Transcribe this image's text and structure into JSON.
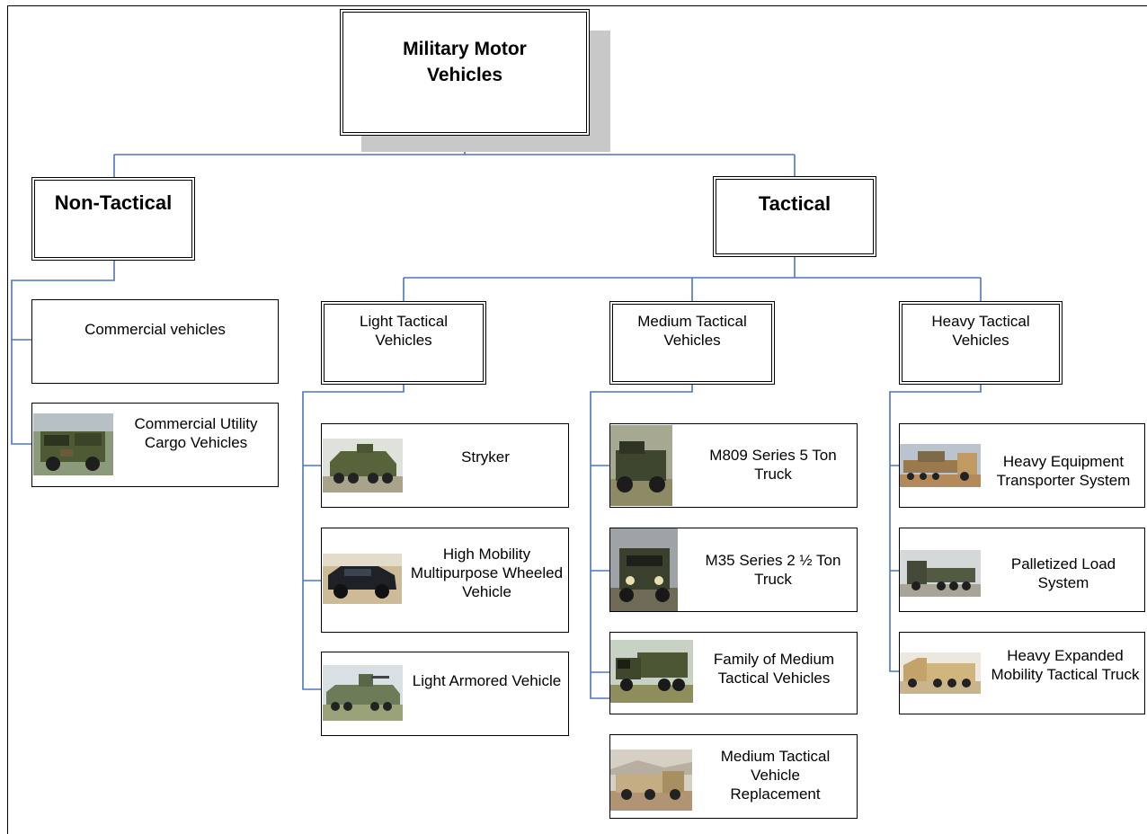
{
  "root": {
    "label": "Military Motor Vehicles"
  },
  "categories": {
    "non_tactical": {
      "label": "Non-Tactical"
    },
    "tactical": {
      "label": "Tactical"
    }
  },
  "groups": {
    "light": {
      "label": "Light Tactical Vehicles"
    },
    "medium": {
      "label": "Medium Tactical Vehicles"
    },
    "heavy": {
      "label": "Heavy Tactical Vehicles"
    }
  },
  "non_tactical_items": {
    "commercial": {
      "label": "Commercial vehicles"
    },
    "cucv": {
      "label": "Commercial Utility Cargo Vehicles",
      "icon": "cucv-photo"
    }
  },
  "light_items": {
    "stryker": {
      "label": "Stryker",
      "icon": "stryker-photo"
    },
    "hmmwv": {
      "label": "High Mobility Multipurpose Wheeled Vehicle",
      "icon": "hmmwv-photo"
    },
    "lav": {
      "label": "Light Armored Vehicle",
      "icon": "lav-photo"
    }
  },
  "medium_items": {
    "m809": {
      "label": "M809 Series 5 Ton Truck",
      "icon": "m809-photo"
    },
    "m35": {
      "label": "M35 Series 2 ½ Ton Truck",
      "icon": "m35-photo"
    },
    "fmtv": {
      "label": "Family of Medium Tactical Vehicles",
      "icon": "fmtv-photo"
    },
    "mtvr": {
      "label": "Medium Tactical Vehicle Replacement",
      "icon": "mtvr-photo"
    }
  },
  "heavy_items": {
    "hets": {
      "label": "Heavy Equipment Transporter System",
      "icon": "hets-photo"
    },
    "pls": {
      "label": "Palletized Load System",
      "icon": "pls-photo"
    },
    "hemtt": {
      "label": "Heavy Expanded Mobility Tactical Truck",
      "icon": "hemtt-photo"
    }
  },
  "colors": {
    "connector": "#4a76c2",
    "shadow": "#c8c8c8",
    "olive": "#5d6b3a",
    "sand": "#c9b07a"
  }
}
